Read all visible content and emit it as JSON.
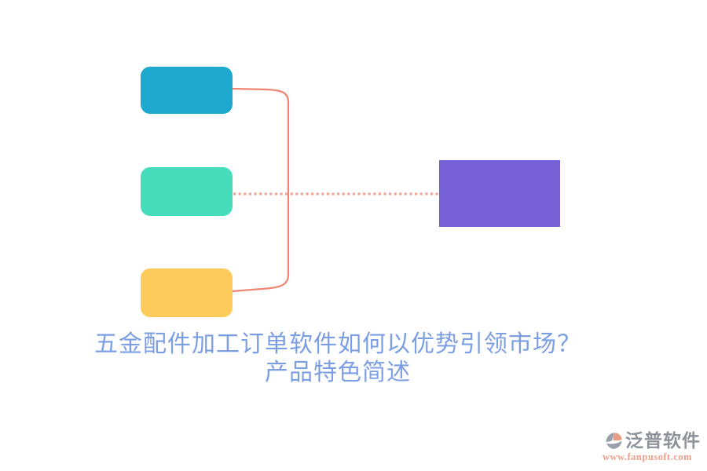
{
  "canvas": {
    "background": "#ffffff"
  },
  "diagram": {
    "nodes": [
      {
        "id": "topic-1",
        "shape": "rounded-rect",
        "color": "#1FA8CE"
      },
      {
        "id": "topic-2",
        "shape": "rounded-rect",
        "color": "#47DCBA"
      },
      {
        "id": "topic-3",
        "shape": "rounded-rect",
        "color": "#FDCB5B"
      },
      {
        "id": "main-topic",
        "shape": "rect",
        "color": "#7561D5"
      }
    ],
    "connector_color": "#F08672",
    "dotted_connector_color": "#F0A193"
  },
  "title": {
    "line1": "五金配件加工订单软件如何以优势引领市场？",
    "line2": "产品特色简述",
    "color": "#7C9FE4"
  },
  "watermark": {
    "brand": "泛普软件",
    "url": "www.fanpusoft.com",
    "brand_color": "#8D929B",
    "url_color": "#EFA08D",
    "logo_gray": "#9AA0AB",
    "logo_accent": "#E99C85"
  }
}
